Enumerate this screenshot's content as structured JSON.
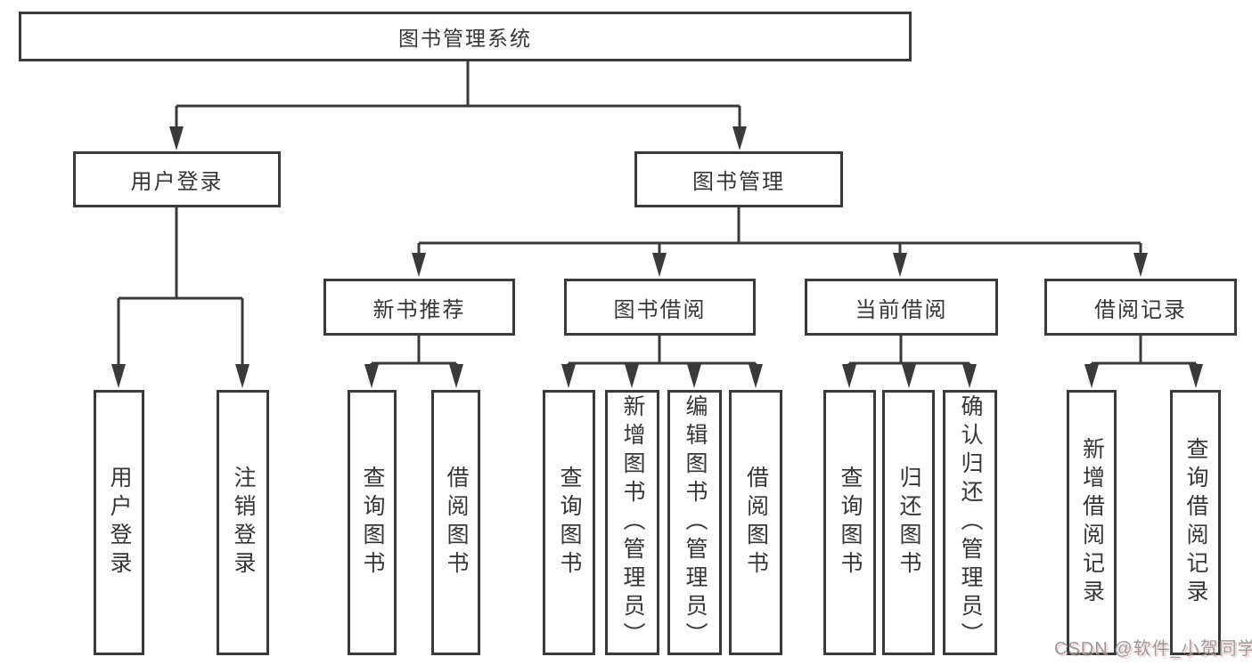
{
  "diagram": {
    "title": "图书管理系统",
    "root": {
      "label": "图书管理系统"
    },
    "branches": [
      {
        "label": "用户登录",
        "children": [
          {
            "label": "用户登录"
          },
          {
            "label": "注销登录"
          }
        ]
      },
      {
        "label": "图书管理",
        "children": [
          {
            "label": "新书推荐",
            "children": [
              {
                "label": "查询图书"
              },
              {
                "label": "借阅图书"
              }
            ]
          },
          {
            "label": "图书借阅",
            "children": [
              {
                "label": "查询图书"
              },
              {
                "label": "新增图书（管理员）"
              },
              {
                "label": "编辑图书（管理员）"
              },
              {
                "label": "借阅图书"
              }
            ]
          },
          {
            "label": "当前借阅",
            "children": [
              {
                "label": "查询图书"
              },
              {
                "label": "归还图书"
              },
              {
                "label": "确认归还（管理员）"
              }
            ]
          },
          {
            "label": "借阅记录",
            "children": [
              {
                "label": "新增借阅记录"
              },
              {
                "label": "查询借阅记录"
              }
            ]
          }
        ]
      }
    ]
  },
  "watermark": {
    "text": "CSDN @软件_小贺同学"
  },
  "colors": {
    "line": "#3a3a3a",
    "text": "#363636",
    "box_background": "#ffffff",
    "watermark": "#9c9c9c",
    "background": "#ffffff"
  }
}
